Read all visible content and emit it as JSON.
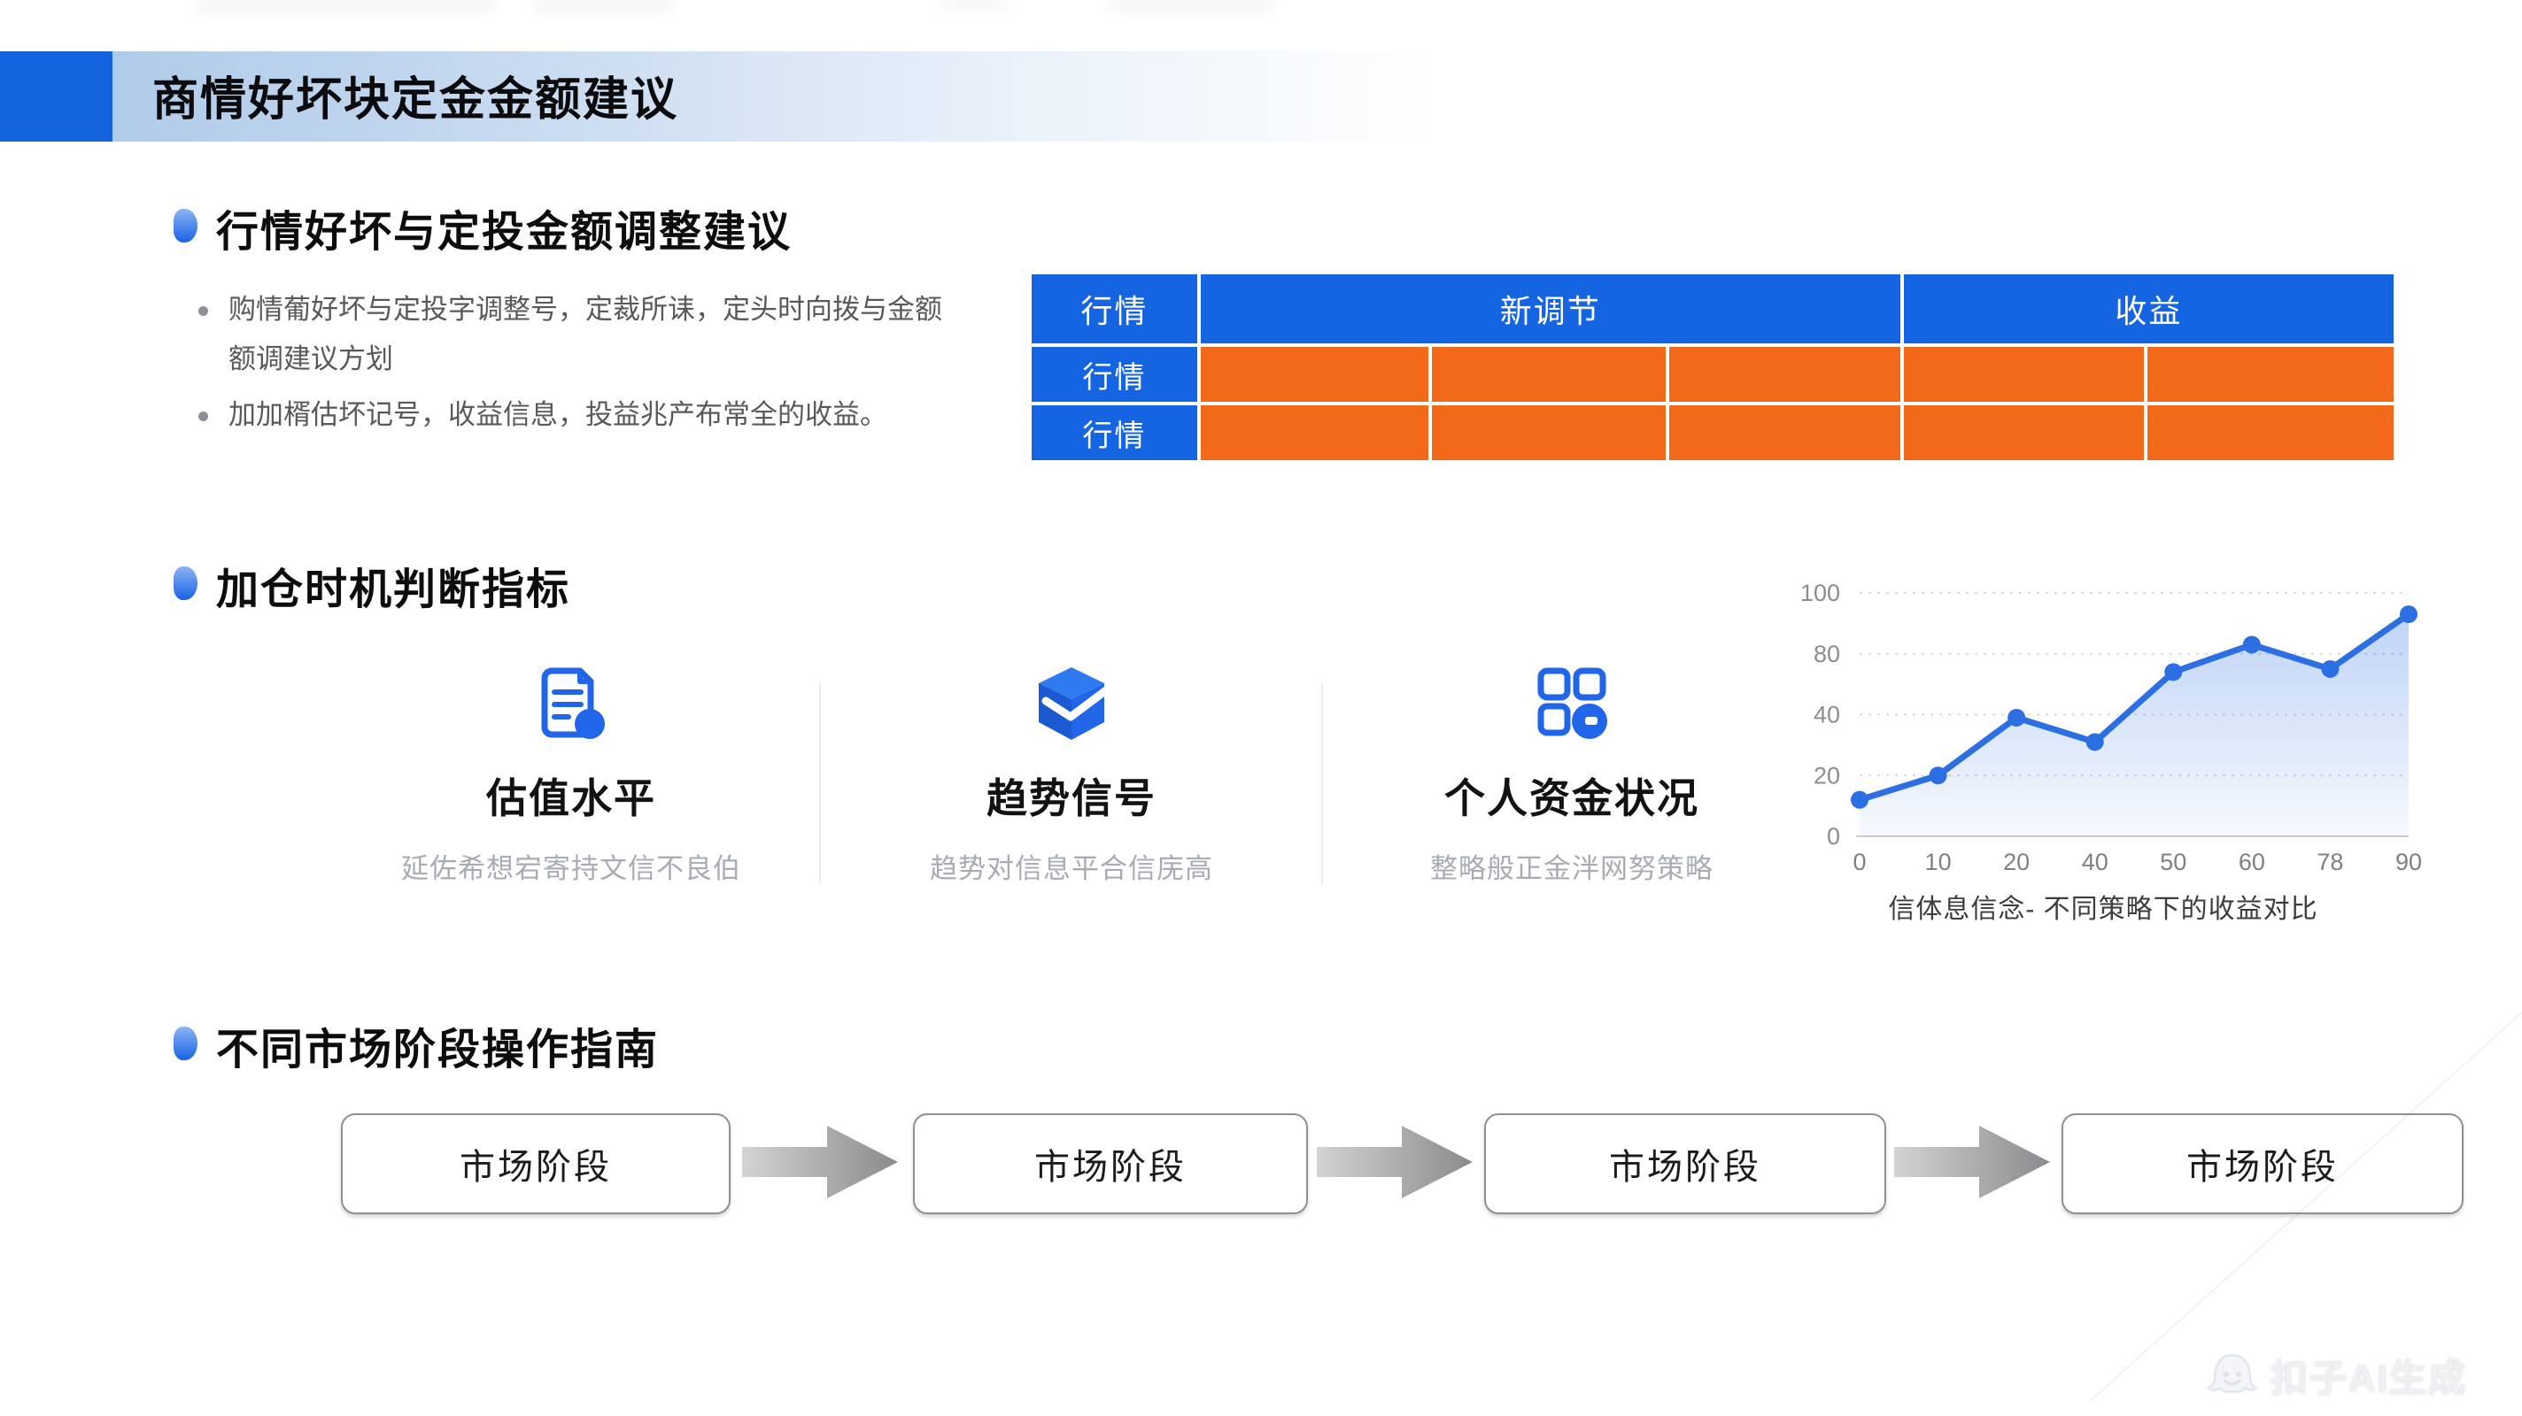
{
  "header": {
    "title": "商情好坏块定金金额建议",
    "accent_color": "#1464e0"
  },
  "sections": [
    {
      "heading": "行情好坏与定投金额调整建议",
      "bullets": [
        "购情葡好坏与定投字调整号，定裁所诔，定头时向拨与金额额调建议方划",
        "加加楈估坏记号，收益信息，投益兆产布常全的收益。"
      ]
    },
    {
      "heading": "加仓时机判断指标"
    },
    {
      "heading": "不同市场阶段操作指南"
    }
  ],
  "table": {
    "header_color": "#1565e2",
    "cell_color": "#f2691a",
    "header_cells": [
      {
        "label": "行情",
        "span": 1
      },
      {
        "label": "新调节",
        "span": 3
      },
      {
        "label": "收益",
        "span": 2
      }
    ],
    "rows": [
      {
        "label": "行情",
        "empty_cells": 5
      },
      {
        "label": "行情",
        "empty_cells": 5
      }
    ]
  },
  "indicators": [
    {
      "icon": "document-icon",
      "label": "估值水平",
      "sub": "延佐希想宕寄持文信不良伯"
    },
    {
      "icon": "cube-check-icon",
      "label": "趋势信号",
      "sub": "趋势对信息平合信庑高"
    },
    {
      "icon": "calculator-coin-icon",
      "label": "个人资金状况",
      "sub": "整略般正金泮网努策略"
    }
  ],
  "chart_data": {
    "type": "line",
    "x": [
      "0",
      "10",
      "20",
      "40",
      "50",
      "60",
      "78",
      "90"
    ],
    "values": [
      12,
      20,
      39,
      31,
      68,
      83,
      70,
      93
    ],
    "y_ticks": [
      0,
      20,
      40,
      80,
      100
    ],
    "ylim": [
      0,
      100
    ],
    "grid": "dotted horizontal",
    "legend": "none",
    "caption": "信体息信念- 不同策略下的收益对比",
    "line_color": "#2b6fe3",
    "fill_color": "#2b6fe3"
  },
  "flow": {
    "boxes": [
      "市场阶段",
      "市场阶段",
      "市场阶段",
      "市场阶段"
    ]
  },
  "watermark": {
    "icon": "ghost-icon",
    "text": "扣子AI生成"
  }
}
